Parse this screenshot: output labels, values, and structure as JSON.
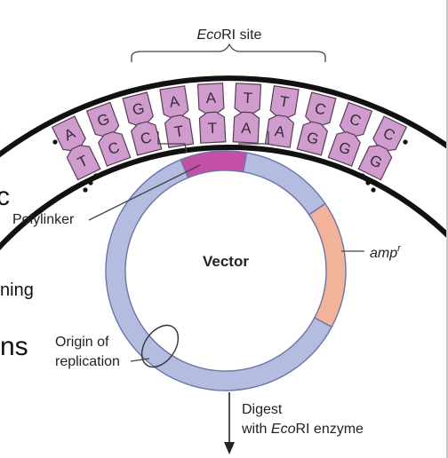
{
  "labels": {
    "ecori_site_prefix": "Eco",
    "ecori_site_suffix": "RI site",
    "polylinker": "Polylinker",
    "vector": "Vector",
    "amp_main": "amp",
    "amp_sup": "r",
    "origin_line1": "Origin of",
    "origin_line2": "replication",
    "digest_line1": "Digest",
    "digest_line2_pre": "with ",
    "digest_line2_italic": "Eco",
    "digest_line2_post": "RI enzyme"
  },
  "left_fragments": {
    "frag_c": "c",
    "frag_ning": "ning",
    "frag_ns": "ns"
  },
  "dna": {
    "top_strand": [
      "A",
      "G",
      "G",
      "A",
      "A",
      "T",
      "T",
      "C",
      "C",
      "C"
    ],
    "bottom_strand": [
      "T",
      "C",
      "C",
      "T",
      "T",
      "A",
      "A",
      "G",
      "G",
      "G"
    ]
  },
  "colors": {
    "backbone": "#b4bcdf",
    "backbone_stroke": "#6a74a8",
    "polylinker": "#c44fa6",
    "amp": "#f2b39a",
    "base_fill": "#cf9ccd",
    "base_stroke": "#5b3a58",
    "dna_arc": "#111111"
  }
}
